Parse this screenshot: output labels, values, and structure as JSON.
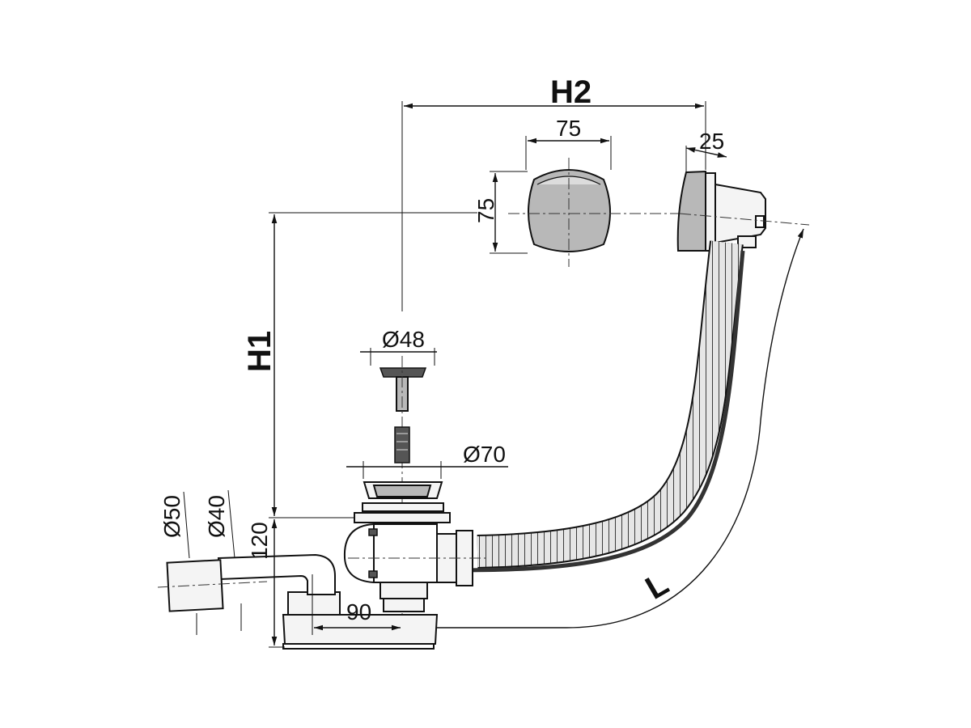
{
  "colors": {
    "line": "#111111",
    "metal": "#b8b8b8",
    "background": "#ffffff"
  },
  "labels": {
    "h2": "H2",
    "h1": "H1",
    "l": "L",
    "overflow_width": "75",
    "overflow_height": "75",
    "overflow_depth": "25",
    "plug_diameter": "Ø48",
    "waste_diameter": "Ø70",
    "outlet_outer": "Ø50",
    "outlet_inner": "Ø40",
    "trap_height": "120",
    "trap_offset": "90"
  }
}
